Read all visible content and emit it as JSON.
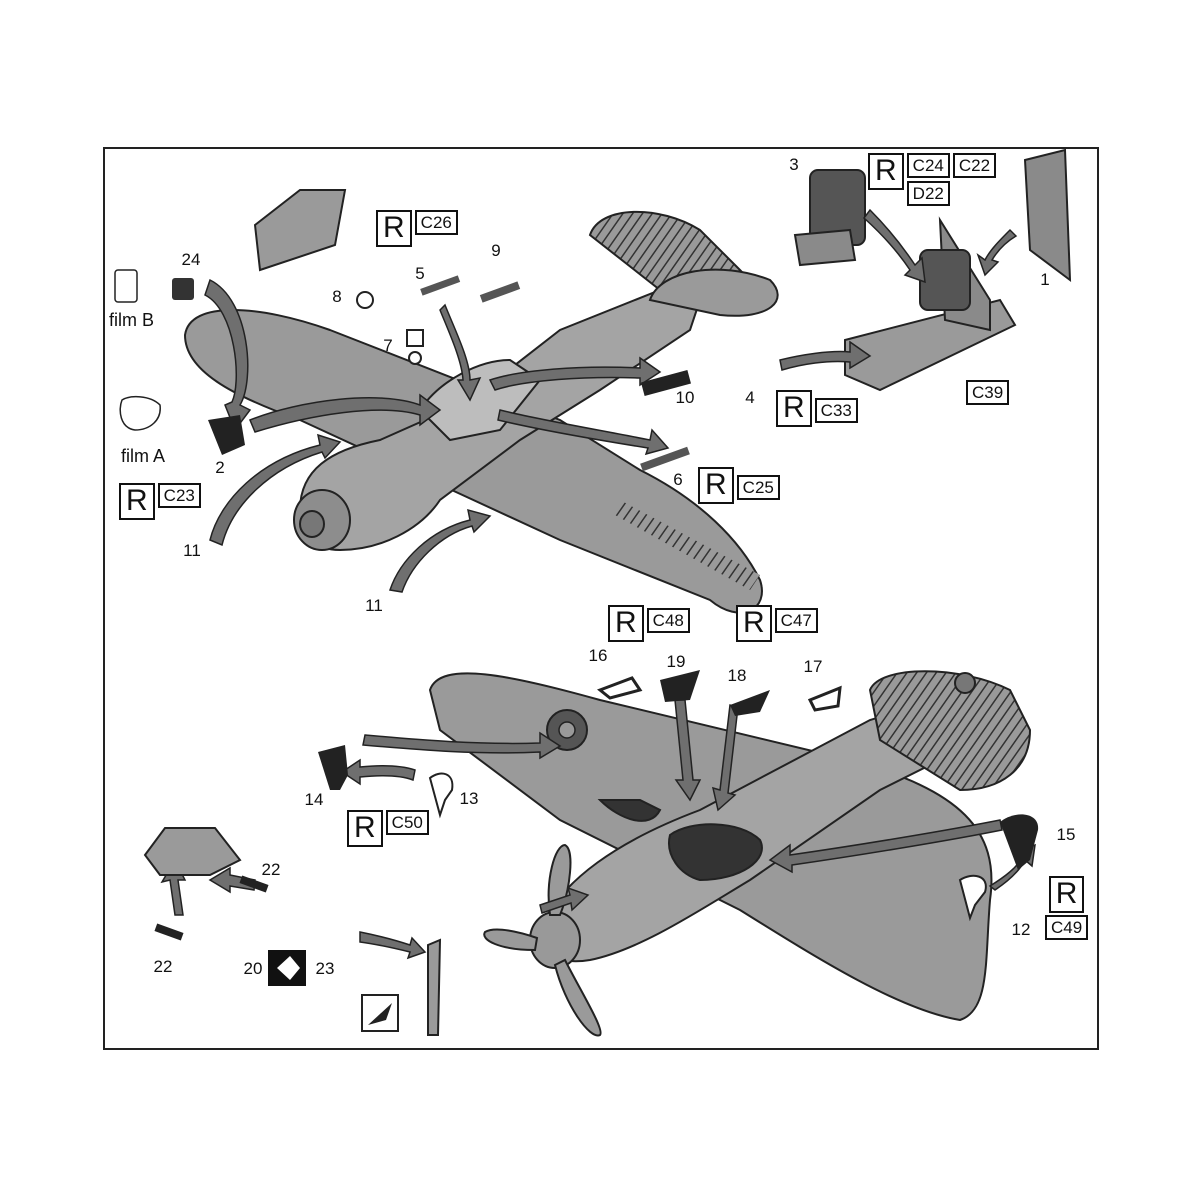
{
  "colors": {
    "fill": "#9a9a9a",
    "fill_dark": "#6f6f6f",
    "black": "#111111",
    "line": "#222222",
    "background": "#ffffff"
  },
  "parts": [
    "24",
    "5",
    "9",
    "8",
    "7",
    "2",
    "10",
    "4",
    "6",
    "11",
    "11",
    "3",
    "1",
    "16",
    "19",
    "18",
    "17",
    "14",
    "13",
    "15",
    "12",
    "22",
    "22",
    "20",
    "23"
  ],
  "films": {
    "b": "film B",
    "a": "film A"
  },
  "refs": {
    "r_letter": "R",
    "c26": "C26",
    "c23": "C23",
    "c33": "C33",
    "c25": "C25",
    "c24": "C24",
    "c22": "C22",
    "d22": "D22",
    "c39": "C39",
    "c48": "C48",
    "c47": "C47",
    "c50": "C50",
    "c49": "C49"
  }
}
